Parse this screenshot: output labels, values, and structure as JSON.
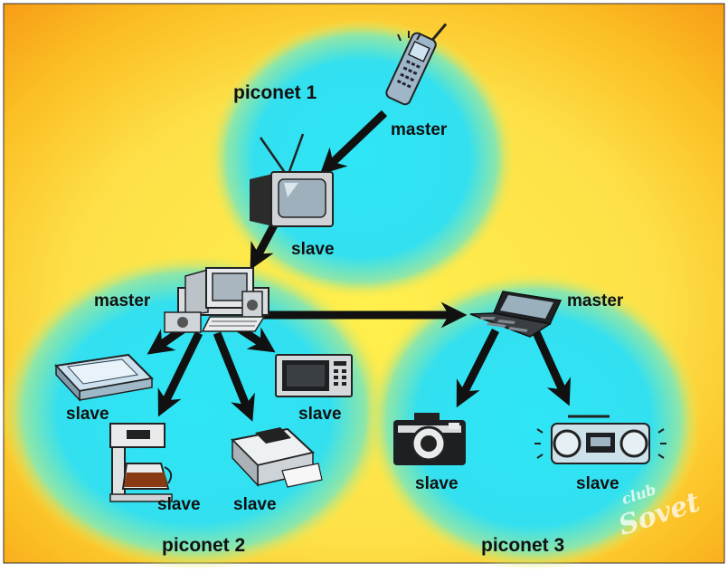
{
  "piconets": {
    "p1": {
      "title": "piconet 1"
    },
    "p2": {
      "title": "piconet 2"
    },
    "p3": {
      "title": "piconet 3"
    }
  },
  "devices": {
    "phone": {
      "icon": "mobile-phone-icon",
      "role": "master"
    },
    "tv": {
      "icon": "television-icon",
      "role": "slave"
    },
    "computer": {
      "icon": "desktop-computer-icon",
      "role": "master"
    },
    "scanner": {
      "icon": "scanner-icon",
      "role": "slave"
    },
    "coffee": {
      "icon": "coffee-maker-icon",
      "role": "slave"
    },
    "printer": {
      "icon": "printer-icon",
      "role": "slave"
    },
    "microwave": {
      "icon": "microwave-icon",
      "role": "slave"
    },
    "laptop": {
      "icon": "laptop-icon",
      "role": "master"
    },
    "camera": {
      "icon": "camera-icon",
      "role": "slave"
    },
    "boombox": {
      "icon": "boombox-icon",
      "role": "slave"
    }
  },
  "watermark": {
    "line1": "club",
    "line2": "Sovet"
  },
  "colors": {
    "background": "#f9b51a",
    "glow": "#fbe84f",
    "piconet": "#33e3f4",
    "arrow": "#111111"
  }
}
